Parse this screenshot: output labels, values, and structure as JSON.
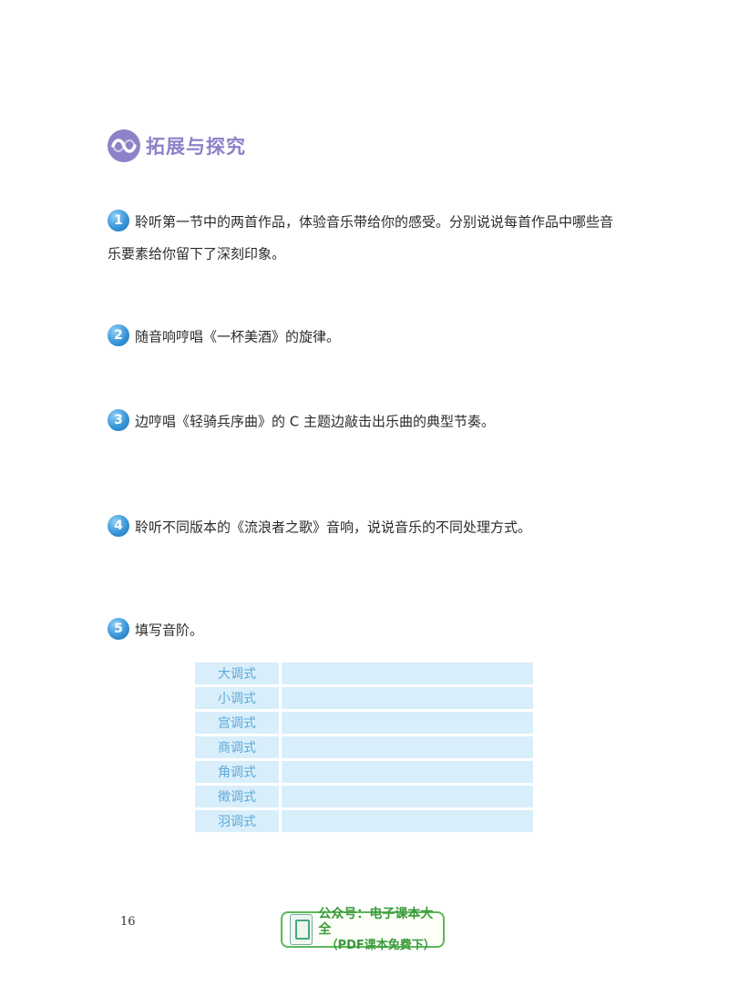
{
  "section": {
    "icon": "wave-icon",
    "title": "拓展与探究"
  },
  "questions": [
    {
      "num": "1",
      "text": "聆听第一节中的两首作品，体验音乐带给你的感受。分别说说每首作品中哪些音乐要素给你留下了深刻印象。"
    },
    {
      "num": "2",
      "text": "随音响哼唱《一杯美酒》的旋律。"
    },
    {
      "num": "3",
      "text": "边哼唱《轻骑兵序曲》的 C 主题边敲击出乐曲的典型节奏。"
    },
    {
      "num": "4",
      "text": "聆听不同版本的《流浪者之歌》音响，说说音乐的不同处理方式。"
    },
    {
      "num": "5",
      "text": "填写音阶。"
    }
  ],
  "scale_table": {
    "modes": [
      "大调式",
      "小调式",
      "宫调式",
      "商调式",
      "角调式",
      "徵调式",
      "羽调式"
    ],
    "colors": {
      "fill": "#d9eefb",
      "label": "#5ca9d9"
    }
  },
  "page_number": "16",
  "watermark": {
    "line1": "公众号：电子课本大全",
    "line2": "（PDF课本免费下）",
    "icon": "ebook-icon",
    "color": "#5cb85c"
  },
  "colors": {
    "accent": "#8c82c8",
    "number_badge": "#3a96d8"
  }
}
